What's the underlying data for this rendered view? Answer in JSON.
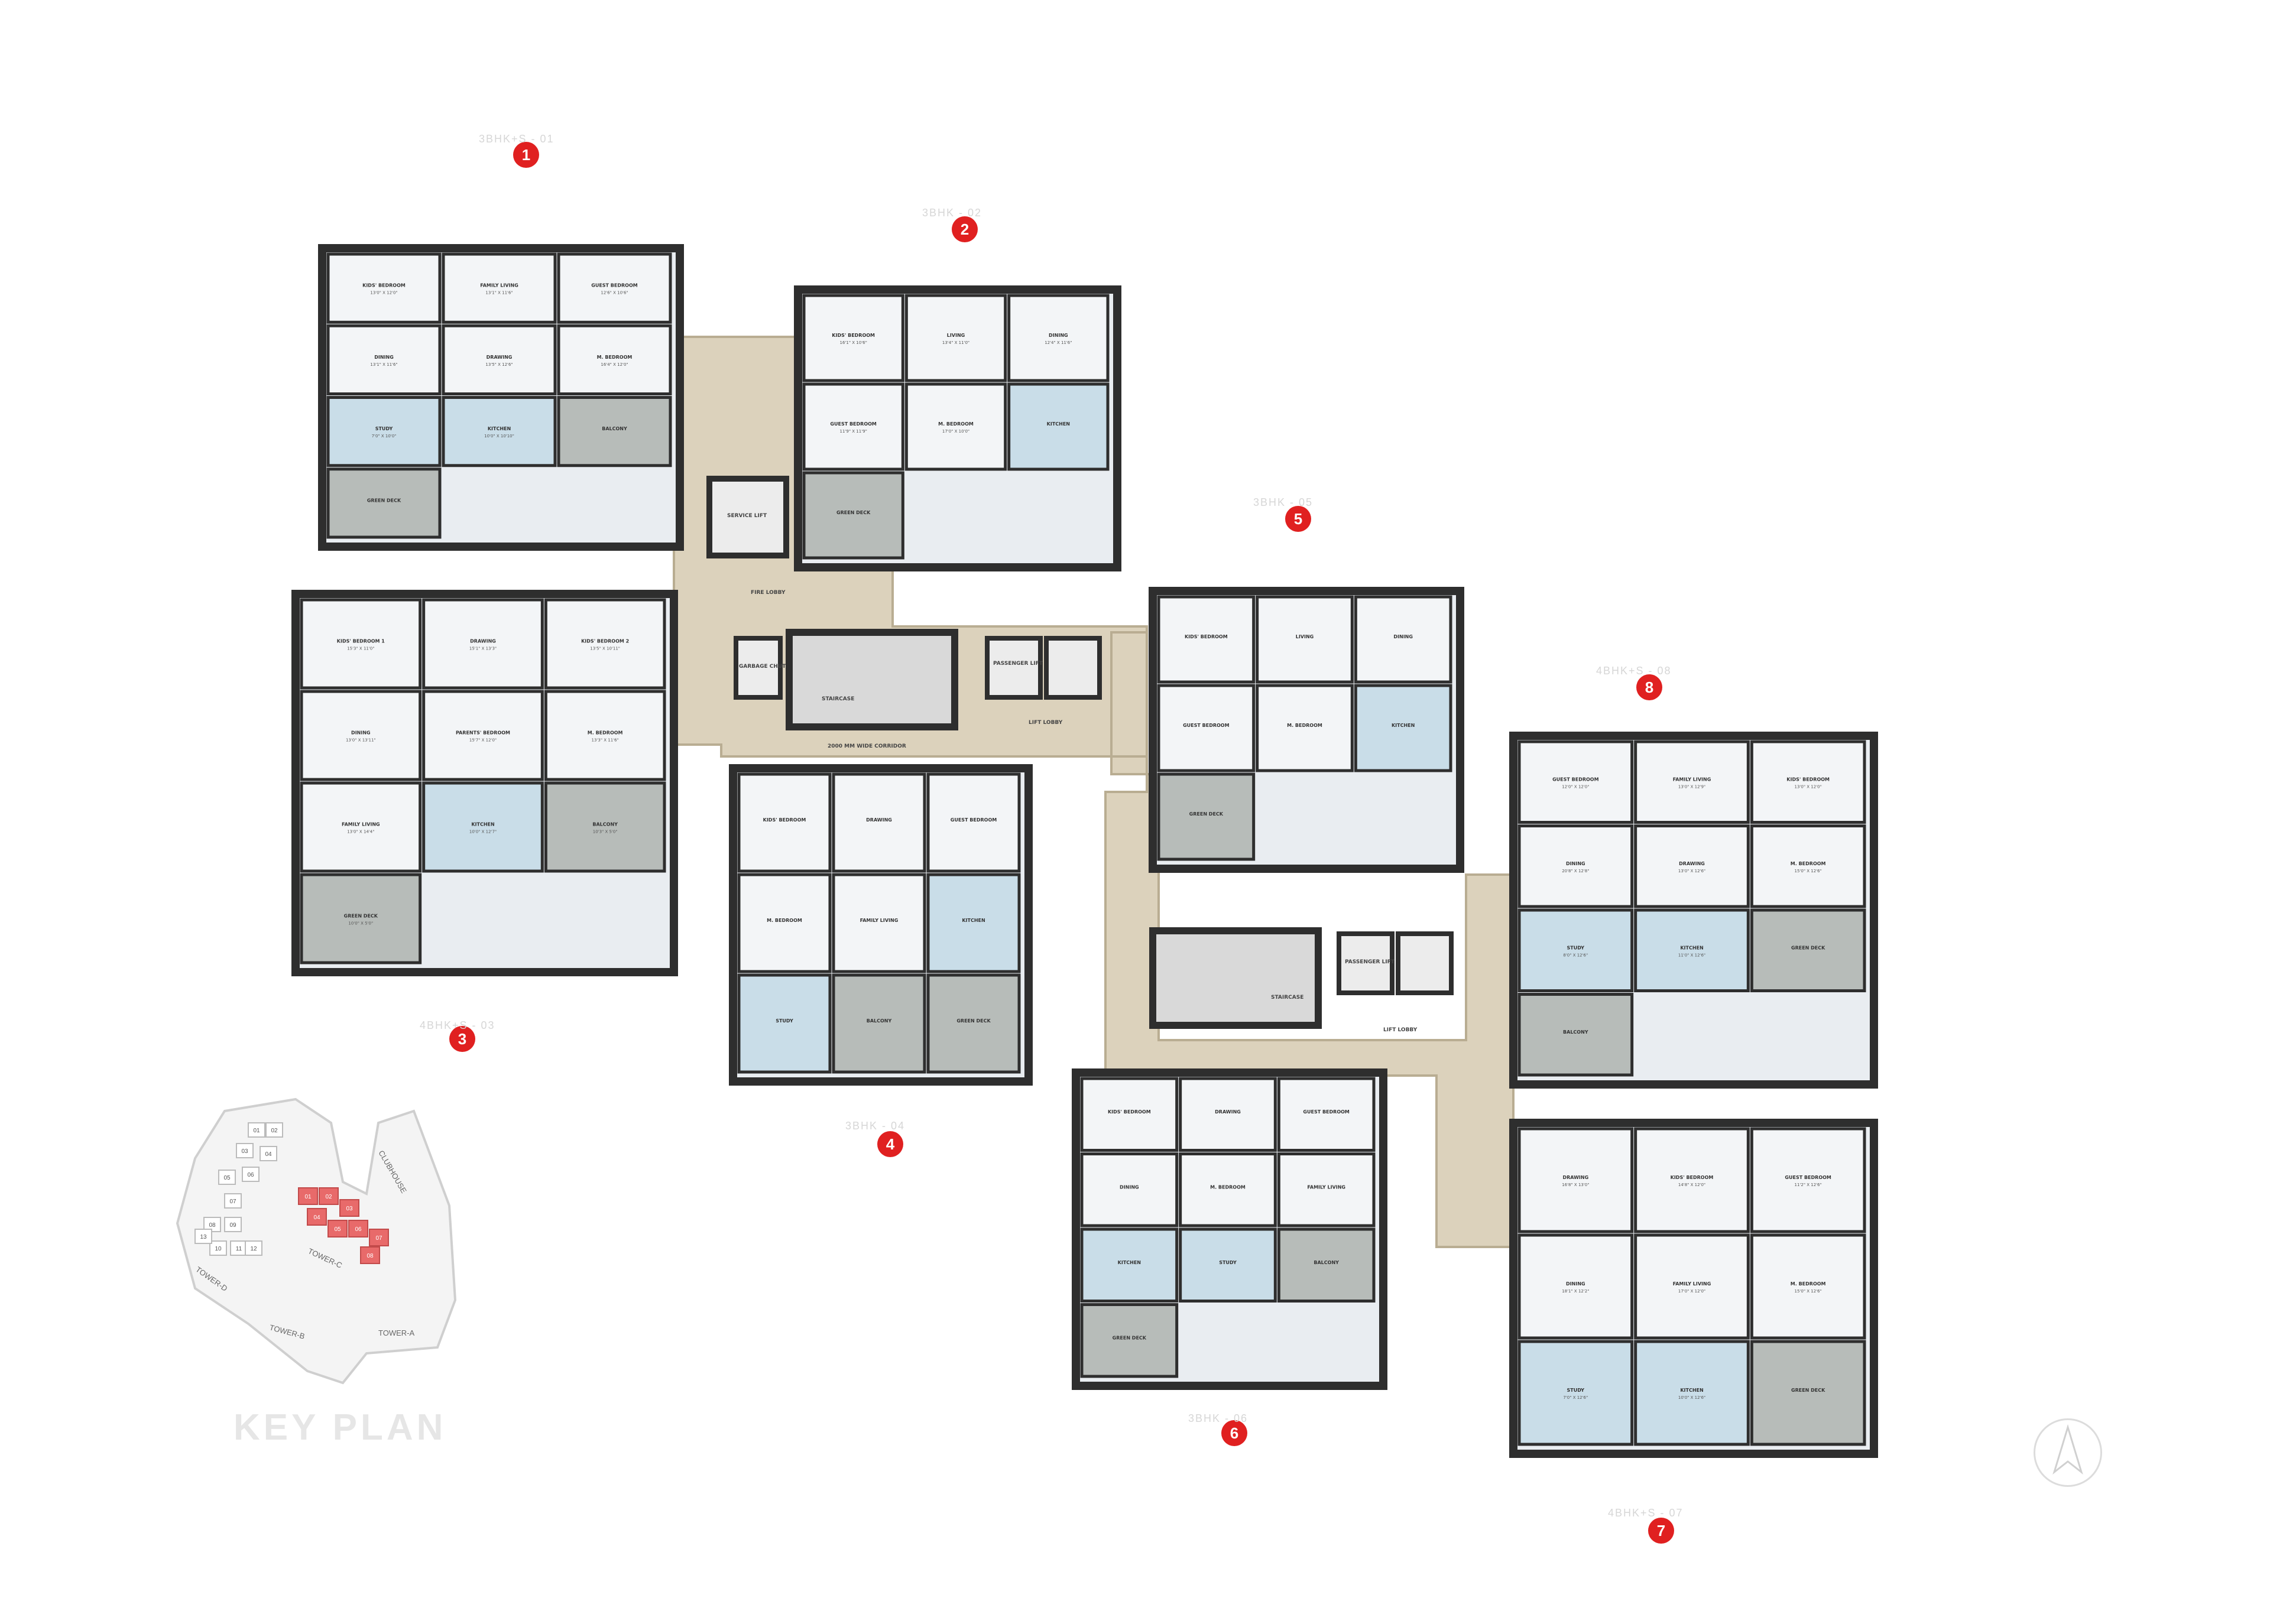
{
  "colors": {
    "wall": "#2e2e2e",
    "floor": "#e9edf1",
    "corridor": "#dcd2bc",
    "wet": "#c9dde8",
    "deck": "#b7bcb9",
    "marker": "#e02020",
    "keyplan_highlight": "#e86a6a"
  },
  "units": [
    {
      "id": "unit-1",
      "number": "1",
      "caption": "3BHK+S - 01",
      "rooms": [
        {
          "name": "KIDS' BEDROOM",
          "dim": "13'0\" X 12'0\""
        },
        {
          "name": "FAMILY LIVING",
          "dim": "13'1\" X 11'6\""
        },
        {
          "name": "GUEST BEDROOM",
          "dim": "12'6\" X 10'6\""
        },
        {
          "name": "DINING",
          "dim": "13'1\" X 11'6\""
        },
        {
          "name": "DRAWING",
          "dim": "13'5\" X 12'6\""
        },
        {
          "name": "M. BEDROOM",
          "dim": "16'4\" X 12'0\""
        },
        {
          "name": "STUDY",
          "dim": "7'0\" X 10'0\""
        },
        {
          "name": "KITCHEN",
          "dim": "10'0\" X 10'10\""
        },
        {
          "name": "BALCONY",
          "dim": ""
        },
        {
          "name": "GREEN DECK",
          "dim": ""
        }
      ]
    },
    {
      "id": "unit-2",
      "number": "2",
      "caption": "3BHK - 02",
      "rooms": [
        {
          "name": "KIDS' BEDROOM",
          "dim": "16'1\" X 10'6\""
        },
        {
          "name": "LIVING",
          "dim": "13'4\" X 11'0\""
        },
        {
          "name": "DINING",
          "dim": "12'4\" X 11'6\""
        },
        {
          "name": "GUEST BEDROOM",
          "dim": "11'9\" X 11'9\""
        },
        {
          "name": "M. BEDROOM",
          "dim": "17'0\" X 10'0\""
        },
        {
          "name": "KITCHEN",
          "dim": ""
        },
        {
          "name": "GREEN DECK",
          "dim": ""
        }
      ]
    },
    {
      "id": "unit-3",
      "number": "3",
      "caption": "4BHK+S - 03",
      "rooms": [
        {
          "name": "KIDS' BEDROOM 1",
          "dim": "15'3\" X 11'0\""
        },
        {
          "name": "DRAWING",
          "dim": "15'1\" X 13'3\""
        },
        {
          "name": "KIDS' BEDROOM 2",
          "dim": "13'5\" X 10'11\""
        },
        {
          "name": "DINING",
          "dim": "13'0\" X 13'11\""
        },
        {
          "name": "PARENTS' BEDROOM",
          "dim": "15'7\" X 12'0\""
        },
        {
          "name": "M. BEDROOM",
          "dim": "13'3\" X 11'6\""
        },
        {
          "name": "FAMILY LIVING",
          "dim": "13'0\" X 14'4\""
        },
        {
          "name": "KITCHEN",
          "dim": "10'0\" X 12'7\""
        },
        {
          "name": "BALCONY",
          "dim": "10'3\" X 5'0\""
        },
        {
          "name": "GREEN DECK",
          "dim": "10'0\" X 5'0\""
        }
      ]
    },
    {
      "id": "unit-4",
      "number": "4",
      "caption": "3BHK - 04",
      "rooms": [
        {
          "name": "KIDS' BEDROOM",
          "dim": ""
        },
        {
          "name": "DRAWING",
          "dim": ""
        },
        {
          "name": "GUEST BEDROOM",
          "dim": ""
        },
        {
          "name": "M. BEDROOM",
          "dim": ""
        },
        {
          "name": "FAMILY LIVING",
          "dim": ""
        },
        {
          "name": "KITCHEN",
          "dim": ""
        },
        {
          "name": "STUDY",
          "dim": ""
        },
        {
          "name": "BALCONY",
          "dim": ""
        },
        {
          "name": "GREEN DECK",
          "dim": ""
        }
      ]
    },
    {
      "id": "unit-5",
      "number": "5",
      "caption": "3BHK - 05",
      "rooms": [
        {
          "name": "KIDS' BEDROOM",
          "dim": ""
        },
        {
          "name": "LIVING",
          "dim": ""
        },
        {
          "name": "DINING",
          "dim": ""
        },
        {
          "name": "GUEST BEDROOM",
          "dim": ""
        },
        {
          "name": "M. BEDROOM",
          "dim": ""
        },
        {
          "name": "KITCHEN",
          "dim": ""
        },
        {
          "name": "GREEN DECK",
          "dim": ""
        }
      ]
    },
    {
      "id": "unit-6",
      "number": "6",
      "caption": "3BHK - 06",
      "rooms": [
        {
          "name": "KIDS' BEDROOM",
          "dim": ""
        },
        {
          "name": "DRAWING",
          "dim": ""
        },
        {
          "name": "GUEST BEDROOM",
          "dim": ""
        },
        {
          "name": "DINING",
          "dim": ""
        },
        {
          "name": "M. BEDROOM",
          "dim": ""
        },
        {
          "name": "FAMILY LIVING",
          "dim": ""
        },
        {
          "name": "KITCHEN",
          "dim": ""
        },
        {
          "name": "STUDY",
          "dim": ""
        },
        {
          "name": "BALCONY",
          "dim": ""
        },
        {
          "name": "GREEN DECK",
          "dim": ""
        }
      ]
    },
    {
      "id": "unit-7",
      "number": "7",
      "caption": "4BHK+S - 07",
      "rooms": [
        {
          "name": "DRAWING",
          "dim": "16'8\" X 13'0\""
        },
        {
          "name": "KIDS' BEDROOM",
          "dim": "14'8\" X 12'0\""
        },
        {
          "name": "GUEST BEDROOM",
          "dim": "11'2\" X 12'6\""
        },
        {
          "name": "DINING",
          "dim": "18'1\" X 12'2\""
        },
        {
          "name": "FAMILY LIVING",
          "dim": "17'0\" X 12'0\""
        },
        {
          "name": "M. BEDROOM",
          "dim": "15'0\" X 12'6\""
        },
        {
          "name": "STUDY",
          "dim": "7'0\" X 12'6\""
        },
        {
          "name": "KITCHEN",
          "dim": "10'0\" X 12'6\""
        },
        {
          "name": "GREEN DECK",
          "dim": ""
        }
      ]
    },
    {
      "id": "unit-8",
      "number": "8",
      "caption": "4BHK+S - 08",
      "rooms": [
        {
          "name": "GUEST BEDROOM",
          "dim": "12'0\" X 12'0\""
        },
        {
          "name": "FAMILY LIVING",
          "dim": "13'0\" X 12'9\""
        },
        {
          "name": "KIDS' BEDROOM",
          "dim": "13'0\" X 12'0\""
        },
        {
          "name": "DINING",
          "dim": "20'8\" X 12'8\""
        },
        {
          "name": "DRAWING",
          "dim": "13'0\" X 12'6\""
        },
        {
          "name": "M. BEDROOM",
          "dim": "15'0\" X 12'6\""
        },
        {
          "name": "STUDY",
          "dim": "8'0\" X 12'6\""
        },
        {
          "name": "KITCHEN",
          "dim": "11'0\" X 12'6\""
        },
        {
          "name": "GREEN DECK",
          "dim": ""
        },
        {
          "name": "BALCONY",
          "dim": ""
        }
      ]
    }
  ],
  "core": {
    "service_lift": "SERVICE LIFT",
    "fire_lobby": "FIRE LOBBY",
    "garbage_chute": "GARBAGE CHUTE ROOM",
    "staircase": "STAIRCASE",
    "passenger_lift": "PASSENGER LIFT",
    "lift_lobby": "LIFT LOBBY",
    "corridor": "2000 MM WIDE CORRIDOR"
  },
  "key_plan": {
    "title": "KEY PLAN",
    "labels": [
      "CLUBHOUSE",
      "TOWER-A",
      "TOWER-B",
      "TOWER-C",
      "TOWER-D"
    ],
    "unit_numbers": [
      "01",
      "02",
      "03",
      "04",
      "05",
      "06",
      "07",
      "08",
      "09",
      "10",
      "11",
      "12",
      "13"
    ]
  },
  "compass": {
    "icon": "north-arrow-icon"
  }
}
